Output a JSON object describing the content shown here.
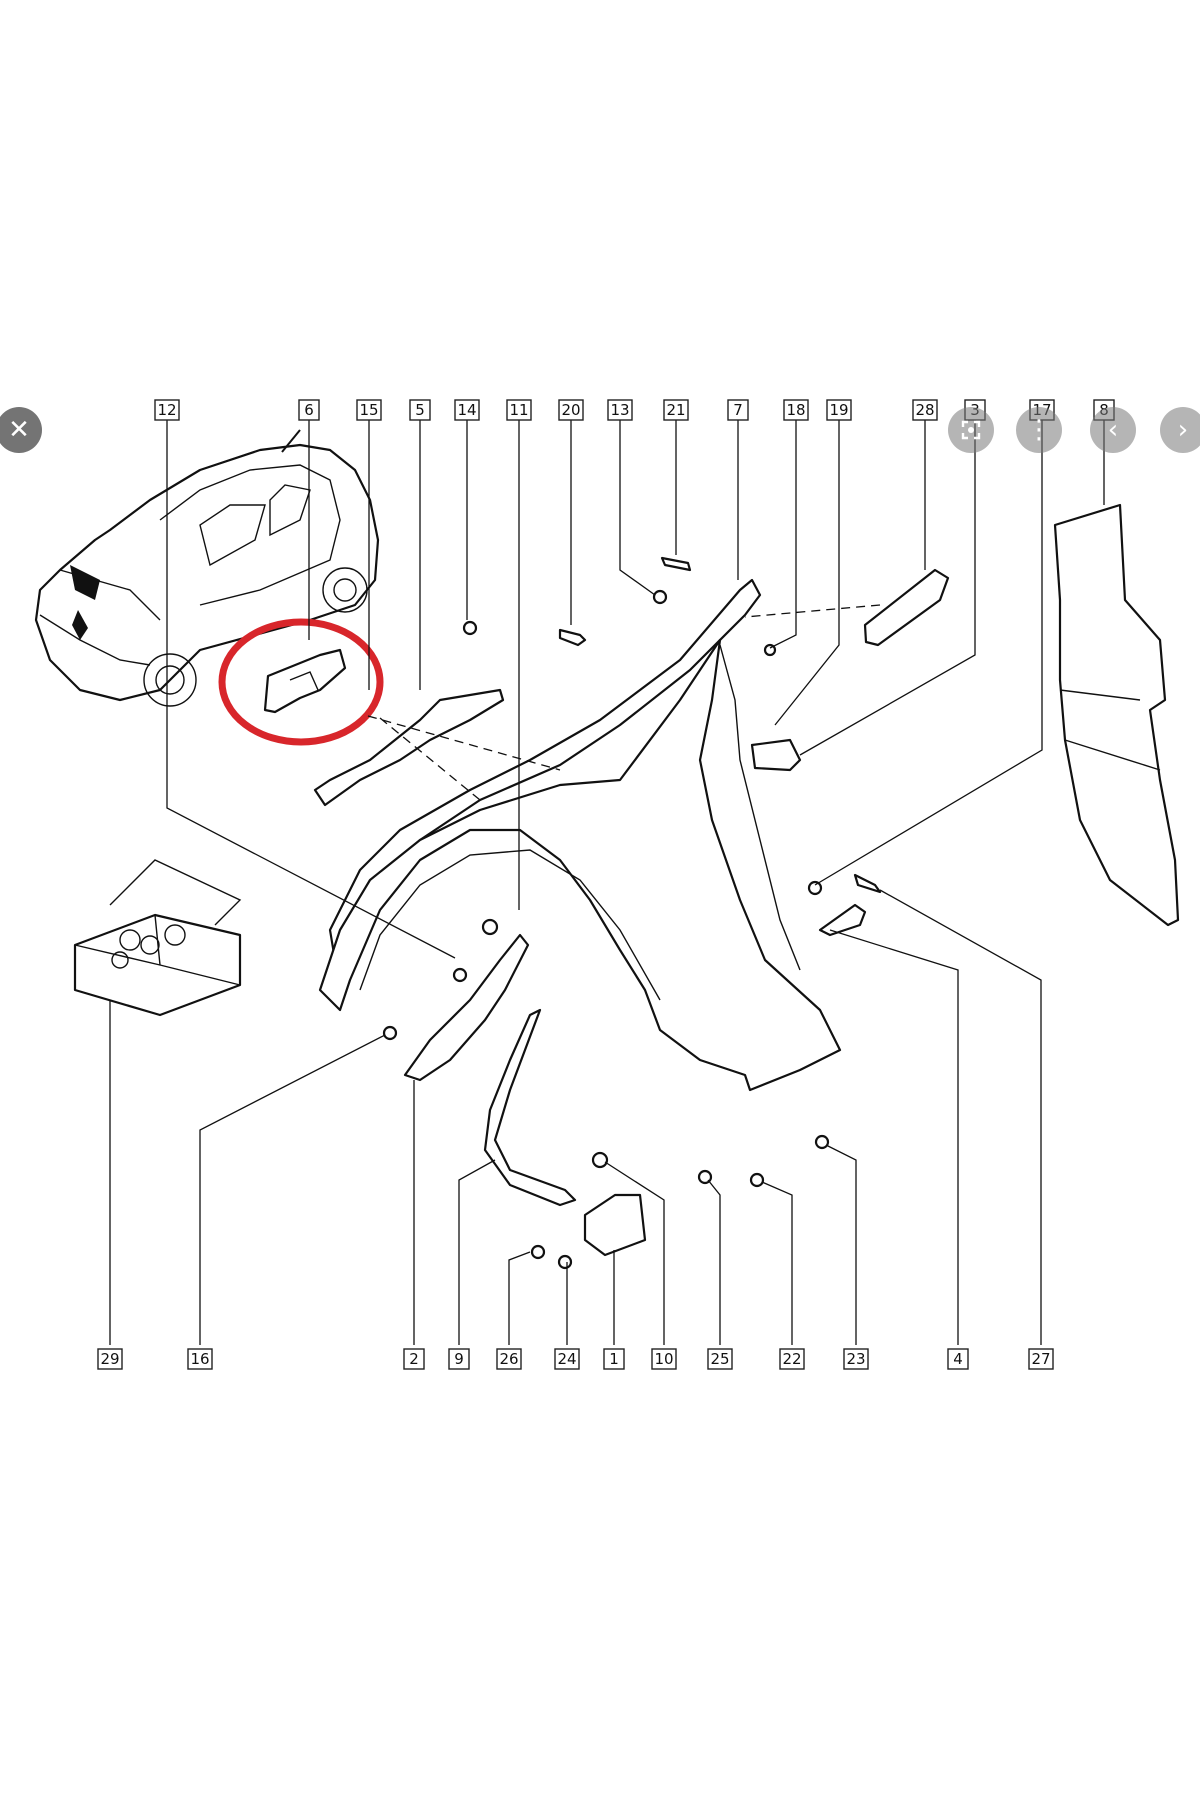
{
  "callouts_top": [
    "12",
    "6",
    "15",
    "5",
    "14",
    "11",
    "20",
    "13",
    "21",
    "7",
    "18",
    "19",
    "28",
    "3",
    "17",
    "8"
  ],
  "callouts_bottom": [
    "29",
    "16",
    "2",
    "9",
    "26",
    "24",
    "1",
    "10",
    "25",
    "22",
    "23",
    "4",
    "27"
  ],
  "overlay": {
    "close_icon": "close-icon",
    "lens_icon": "lens-icon",
    "more_icon": "more-icon",
    "prev_icon": "chevron-left-icon",
    "next_icon": "chevron-right-icon",
    "close_glyph": "✕",
    "more_glyph": "⋮",
    "prev_glyph": "‹",
    "next_glyph": "›"
  },
  "highlight_color": "#d8262b"
}
